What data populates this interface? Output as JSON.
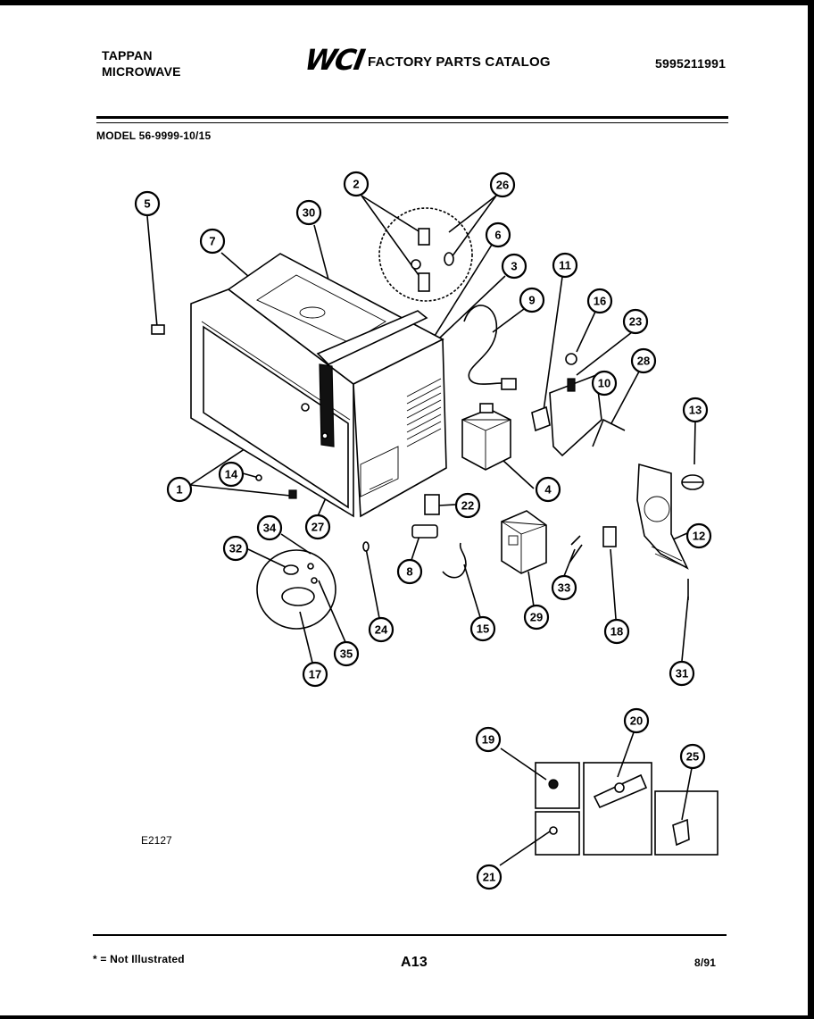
{
  "header": {
    "brand_line1": "TAPPAN",
    "brand_line2": "MICROWAVE",
    "logo": "WCI",
    "catalog_title": "FACTORY PARTS CATALOG",
    "catalog_number": "5995211991",
    "model": "MODEL 56-9999-10/15"
  },
  "diagram": {
    "code": "E2127",
    "callouts": [
      "1",
      "2",
      "3",
      "4",
      "5",
      "6",
      "7",
      "8",
      "9",
      "10",
      "11",
      "12",
      "13",
      "14",
      "15",
      "16",
      "17",
      "18",
      "19",
      "20",
      "21",
      "22",
      "23",
      "24",
      "25",
      "26",
      "27",
      "28",
      "29",
      "30",
      "31",
      "32",
      "33",
      "34",
      "35"
    ]
  },
  "footer": {
    "note": "* = Not Illustrated",
    "page": "A13",
    "date": "8/91"
  }
}
